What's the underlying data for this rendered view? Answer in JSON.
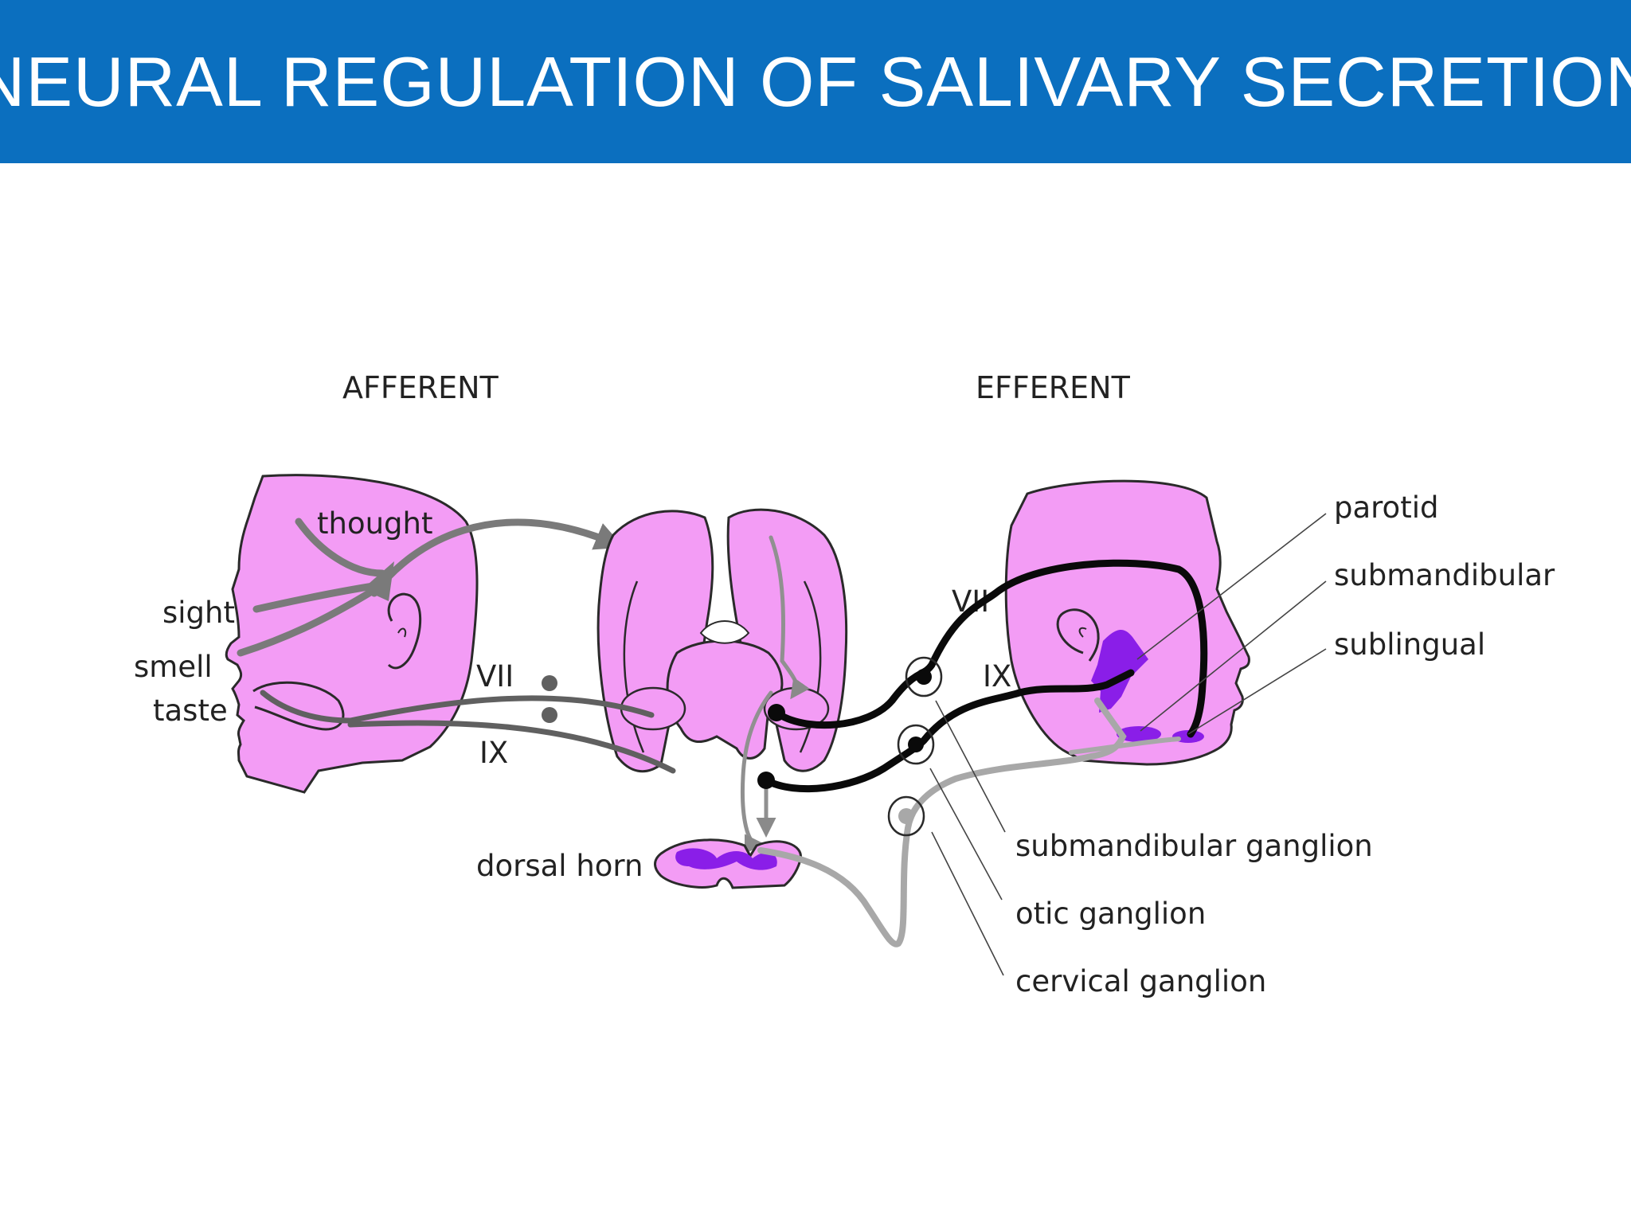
{
  "title": "NEURAL REGULATION OF SALIVARY SECRETION",
  "colors": {
    "title_bar": "#0b6fbf",
    "tissue_pink": "#f39cf5",
    "gland_purple": "#8a1ee8",
    "afferent_gray": "#7a7a7a",
    "efferent_black": "#0a0a0a",
    "sympathetic_gray": "#a8a8a8"
  },
  "sections": {
    "afferent": "AFFERENT",
    "efferent": "EFFERENT"
  },
  "afferent_labels": {
    "thought": "thought",
    "sight": "sight",
    "smell": "smell",
    "taste": "taste",
    "nerve_vii": "VII",
    "nerve_ix": "IX"
  },
  "center_labels": {
    "dorsal_horn": "dorsal horn"
  },
  "efferent_labels": {
    "nerve_vii": "VII",
    "nerve_ix": "IX",
    "parotid": "parotid",
    "submandibular": "submandibular",
    "sublingual": "sublingual",
    "submandibular_ganglion": "submandibular ganglion",
    "otic_ganglion": "otic ganglion",
    "cervical_ganglion": "cervical ganglion"
  }
}
